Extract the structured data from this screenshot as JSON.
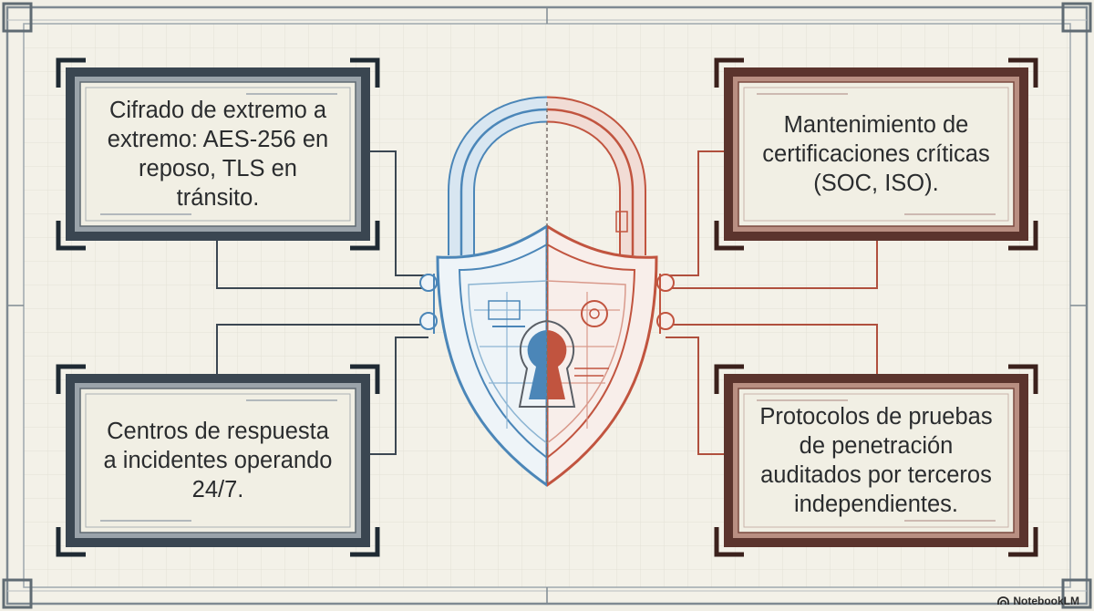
{
  "cards": {
    "top_left": "Cifrado de extremo a extremo: AES-256 en reposo, TLS en tránsito.",
    "bottom_left": "Centros de respuesta a incidentes operando 24/7.",
    "top_right": "Mantenimiento de certificaciones críticas (SOC, ISO).",
    "bottom_right": "Protocolos de pruebas de penetración auditados por terceros independientes."
  },
  "brand": {
    "label": "NotebookLM"
  },
  "colors": {
    "background": "#f1efe6",
    "left_accent": "#4b86b8",
    "right_accent": "#c1543f",
    "left_frame": "#34404c",
    "right_frame": "#6a3a32"
  },
  "icons": {
    "center": "padlock-shield-icon",
    "brand": "notebooklm-icon"
  }
}
